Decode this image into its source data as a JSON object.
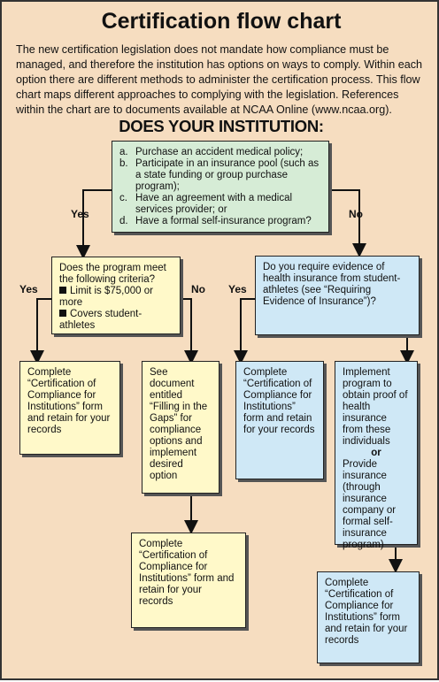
{
  "title": "Certification flow chart",
  "intro": "The new certification legislation does not mandate how compliance must be managed, and therefore the institution has options on ways to comply. Within each option there are different methods to administer the certification process. This flow chart maps different approaches to complying with the legislation. References within the chart are to documents available at NCAA Online (www.ncaa.org).",
  "subhead": "DOES YOUR INSTITUTION:",
  "top_question": {
    "items": [
      {
        "letter": "a.",
        "text": "Purchase an accident medical policy;"
      },
      {
        "letter": "b.",
        "text": "Participate in an insurance pool (such as a state funding or group purchase program);"
      },
      {
        "letter": "c.",
        "text": "Have an agreement with a medical services provider; or"
      },
      {
        "letter": "d.",
        "text": "Have a formal self-insurance program?"
      }
    ]
  },
  "labels": {
    "yes": "Yes",
    "no": "No"
  },
  "left_question": {
    "text": "Does the program meet the following criteria?",
    "bullets": [
      "Limit is $75,000 or more",
      "Covers student-athletes"
    ]
  },
  "right_question": {
    "text": "Do you require evidence of health insurance from student-athletes (see “Requiring Evidence of Insurance”)?"
  },
  "complete_text": "Complete “Certification of Compliance for Institutions” form and retain for your records",
  "gaps_text": "See document entitled “Filling in the Gaps” for compliance options and implement desired option",
  "implement": {
    "part1": "Implement program to obtain proof of health insurance from these individuals",
    "or": "or",
    "part2": "Provide insurance (through insurance company or formal self-insurance program)"
  }
}
